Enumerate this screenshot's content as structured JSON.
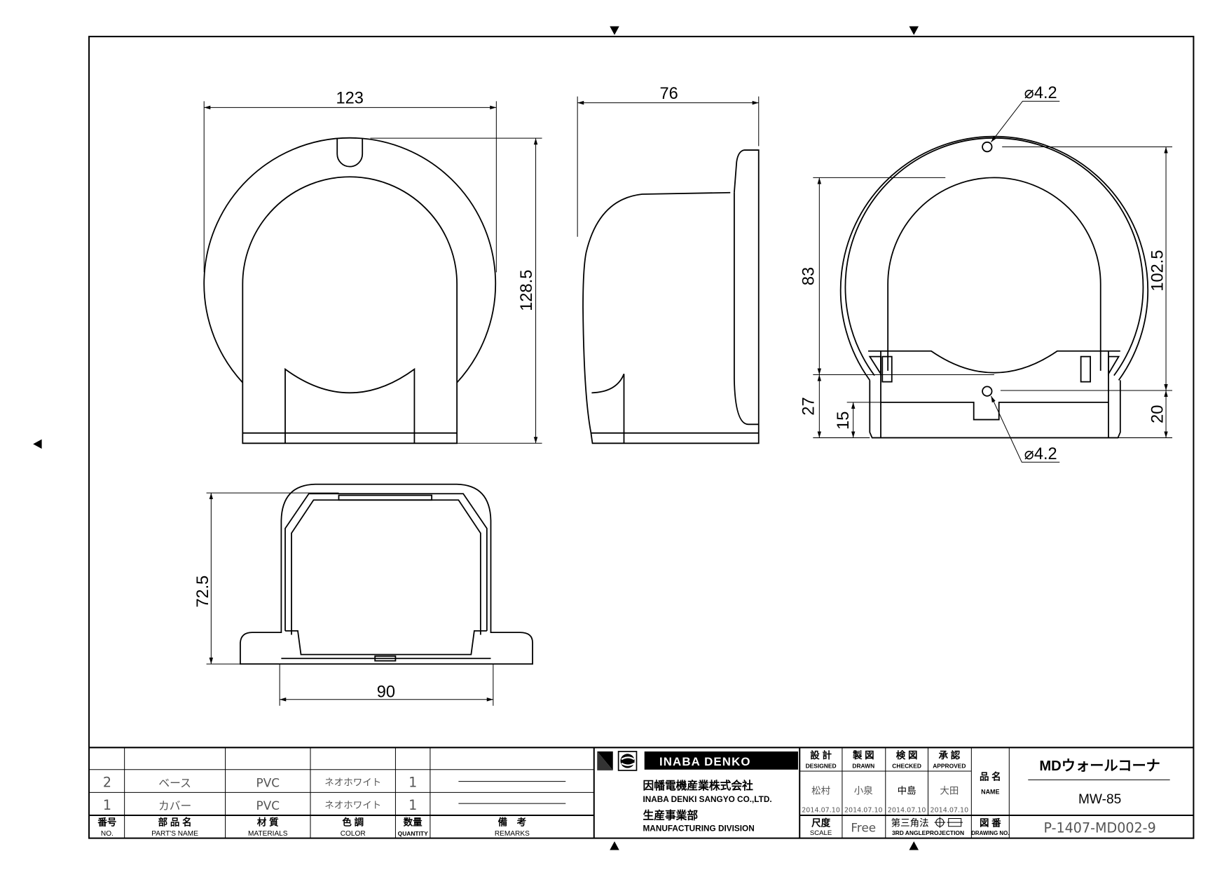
{
  "drawing": {
    "dimensions": {
      "front_width": "123",
      "front_height": "128.5",
      "side_depth": "76",
      "back_hole_top": "⌀4.2",
      "back_hole_bottom": "⌀4.2",
      "back_upper_height": "83",
      "back_lower_height": "27",
      "back_slot_height": "15",
      "back_hole_spacing": "102.5",
      "back_bottom_hole": "20",
      "plan_height": "72.5",
      "plan_width": "90"
    }
  },
  "parts_table": {
    "rows": [
      {
        "no": "2",
        "name": "ベース",
        "material": "PVC",
        "color": "ネオホワイト",
        "quantity": "1"
      },
      {
        "no": "1",
        "name": "カバー",
        "material": "PVC",
        "color": "ネオホワイト",
        "quantity": "1"
      }
    ],
    "headers": {
      "no_jp": "番号",
      "no_en": "NO.",
      "name_jp": "部 品 名",
      "name_en": "PART'S NAME",
      "material_jp": "材 質",
      "material_en": "MATERIALS",
      "color_jp": "色 調",
      "color_en": "COLOR",
      "quantity_jp": "数量",
      "quantity_en": "QUANTITY",
      "remarks_jp": "備　考",
      "remarks_en": "REMARKS"
    }
  },
  "company": {
    "logo_text": "INABA DENKO",
    "name_jp": "因幡電機産業株式会社",
    "name_en": "INABA DENKI SANGYO CO.,LTD.",
    "division_jp": "生産事業部",
    "division_en": "MANUFACTURING DIVISION"
  },
  "title_block": {
    "designed_jp": "設 計",
    "designed_en": "DESIGNED",
    "drawn_jp": "製 図",
    "drawn_en": "DRAWN",
    "checked_jp": "検 図",
    "checked_en": "CHECKED",
    "approved_jp": "承 認",
    "approved_en": "APPROVED",
    "designer": "松村",
    "drawer": "小泉",
    "checker": "中島",
    "approver": "大田",
    "designed_date": "2014.07.10",
    "drawn_date": "2014.07.10",
    "checked_date": "2014.07.10",
    "approved_date": "2014.07.10",
    "scale_jp": "尺度",
    "scale_en": "SCALE",
    "scale": "Free",
    "projection_jp": "第三角法",
    "projection_en": "3RD ANGLEPROJECTION",
    "name_label_jp": "品 名",
    "name_label_en": "NAME",
    "product_name": "MDウォールコーナ",
    "product_code": "MW-85",
    "drawing_no_jp": "図 番",
    "drawing_no_en": "DRAWING NO.",
    "drawing_no": "P-1407-MD002-9"
  }
}
